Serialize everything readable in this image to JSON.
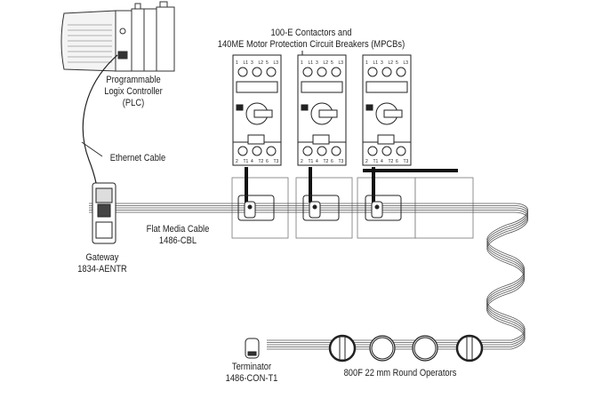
{
  "labels": {
    "plc": [
      "Programmable",
      "Logix Controller",
      "(PLC)"
    ],
    "contactors": [
      "100-E Contactors and",
      "140ME Motor Protection Circuit Breakers (MPCBs)"
    ],
    "ethernet": "Ethernet Cable",
    "flat_cable": [
      "Flat Media Cable",
      "1486-CBL"
    ],
    "gateway": [
      "Gateway",
      "1834-AENTR"
    ],
    "terminator": [
      "Terminator",
      "1486-CON-T1"
    ],
    "operators": "800F 22 mm Round Operators"
  },
  "contactor_terminals": {
    "top": [
      "1",
      "L1",
      "3",
      "L2",
      "5",
      "L3"
    ],
    "bottom": [
      "2",
      "T1",
      "4",
      "T2",
      "6",
      "T3"
    ]
  }
}
